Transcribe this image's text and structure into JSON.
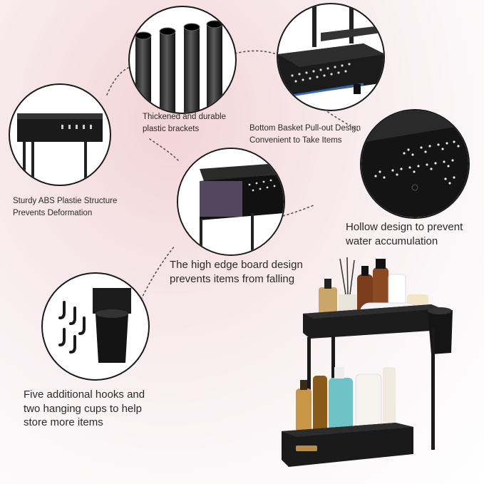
{
  "features": [
    {
      "id": "tubes",
      "caption": [
        "Thickened and durable",
        "plastic brackets"
      ]
    },
    {
      "id": "drawer",
      "caption": [
        "Bottom Basket Pull-out Design",
        "Convenient to Take Items"
      ]
    },
    {
      "id": "structure",
      "caption": [
        "Sturdy ABS Plastie Structure",
        "Prevents Deformation"
      ]
    },
    {
      "id": "hollow",
      "caption": [
        "Hollow design to prevent",
        "water accumulation"
      ]
    },
    {
      "id": "edge",
      "caption": [
        "The high edge board design",
        "prevents items from falling"
      ]
    },
    {
      "id": "hooks",
      "caption": [
        "Five additional hooks and",
        "two hanging cups to help",
        "store more items"
      ]
    }
  ]
}
